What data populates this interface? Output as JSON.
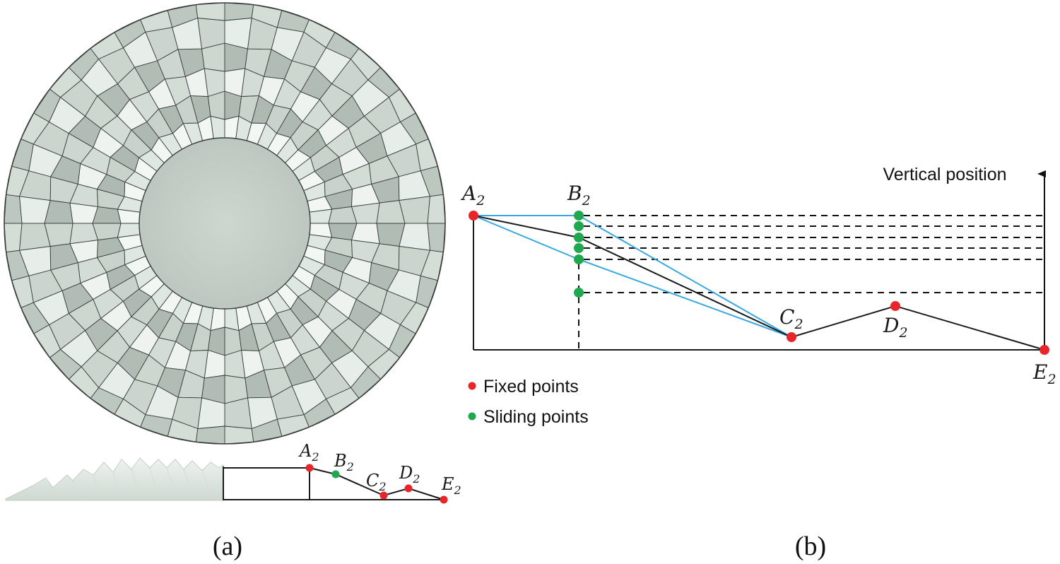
{
  "panel_a": {
    "caption": "(a)",
    "points": [
      {
        "name": "A",
        "sub": "2",
        "kind": "fixed"
      },
      {
        "name": "B",
        "sub": "2",
        "kind": "sliding"
      },
      {
        "name": "C",
        "sub": "2",
        "kind": "fixed"
      },
      {
        "name": "D",
        "sub": "2",
        "kind": "fixed"
      },
      {
        "name": "E",
        "sub": "2",
        "kind": "fixed"
      }
    ]
  },
  "panel_b": {
    "caption": "(b)",
    "axis_label": "Vertical position",
    "points": [
      {
        "name": "A",
        "sub": "2",
        "kind": "fixed"
      },
      {
        "name": "B",
        "sub": "2",
        "kind": "sliding"
      },
      {
        "name": "C",
        "sub": "2",
        "kind": "fixed"
      },
      {
        "name": "D",
        "sub": "2",
        "kind": "fixed"
      },
      {
        "name": "E",
        "sub": "2",
        "kind": "fixed"
      }
    ],
    "legend": [
      {
        "label": "Fixed points",
        "color": "#e8262a"
      },
      {
        "label": "Sliding points",
        "color": "#1fa84f"
      }
    ]
  },
  "colors": {
    "fixed": "#e8262a",
    "sliding": "#1fa84f",
    "guide_line": "#3aa8e0",
    "profile_line": "#1a1a1a",
    "panel_fill": "#dfe6e0",
    "panel_dark": "#aab4ad",
    "panel_light": "#f6f9f7",
    "hub_fill": "#c5d0c8"
  }
}
